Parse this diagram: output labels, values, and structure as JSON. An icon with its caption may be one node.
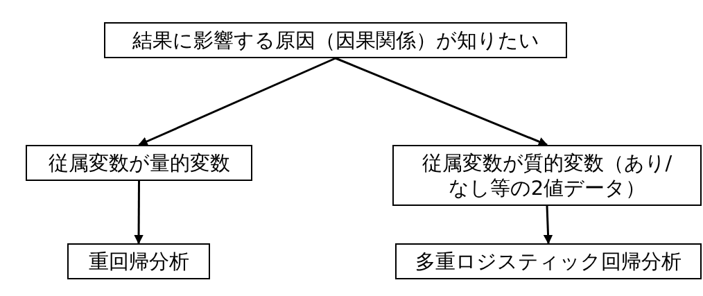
{
  "diagram": {
    "nodes": [
      {
        "text": [
          "結果に影響する原因（因果関係）が知りたい"
        ]
      },
      {
        "text": [
          "従属変数が量的変数"
        ]
      },
      {
        "text": [
          "従属変数が質的変数（あり/なし等の2値データ）"
        ]
      },
      {
        "text": [
          "重回帰分析"
        ]
      },
      {
        "text": [
          "多重ロジスティック回帰分析"
        ]
      }
    ],
    "edges": [
      {
        "from": 0,
        "to": 1,
        "arrow": "to"
      },
      {
        "from": 0,
        "to": 2,
        "arrow": "to"
      },
      {
        "from": 1,
        "to": 3,
        "arrow": "to"
      },
      {
        "from": 2,
        "to": 4,
        "arrow": "to"
      }
    ]
  }
}
